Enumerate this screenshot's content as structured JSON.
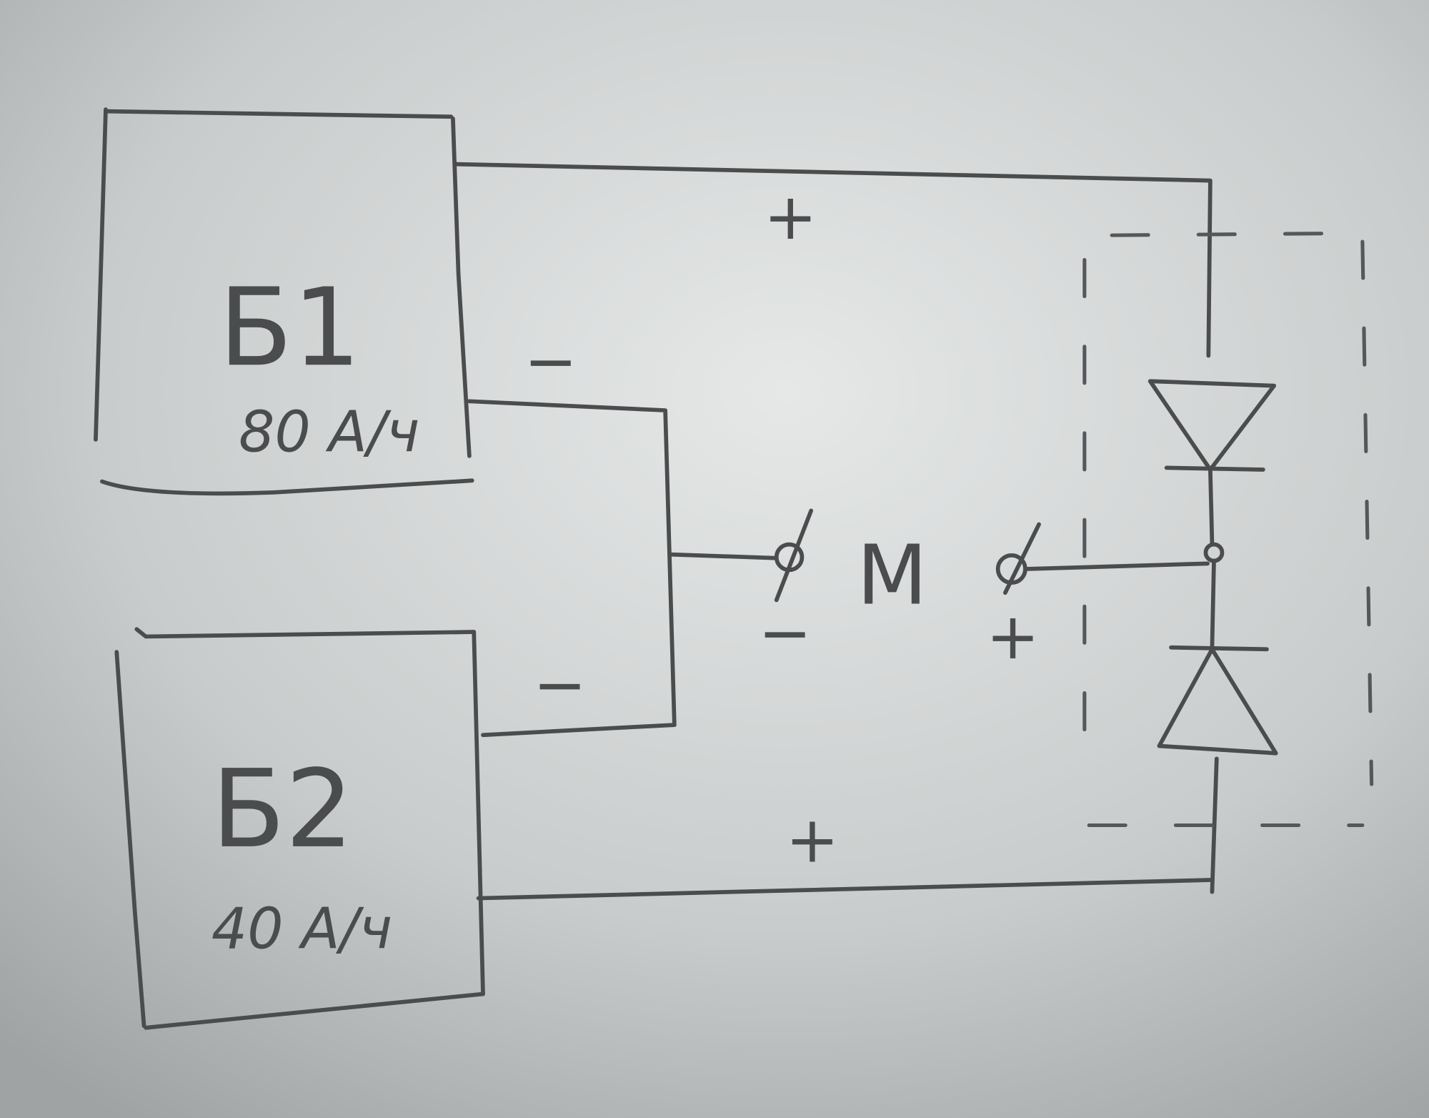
{
  "battery1": {
    "name": "Б1",
    "capacity": "80 A/ч"
  },
  "battery2": {
    "name": "Б2",
    "capacity": "40 A/ч"
  },
  "motor": {
    "label": "M",
    "neg_sign": "−",
    "pos_sign": "+"
  },
  "wires": {
    "top_plus": "+",
    "bottom_plus": "+",
    "b1_minus": "−",
    "b2_minus": "−"
  },
  "colors": {
    "pencil": "#4a4c4d",
    "paper": "#c9cccc"
  }
}
